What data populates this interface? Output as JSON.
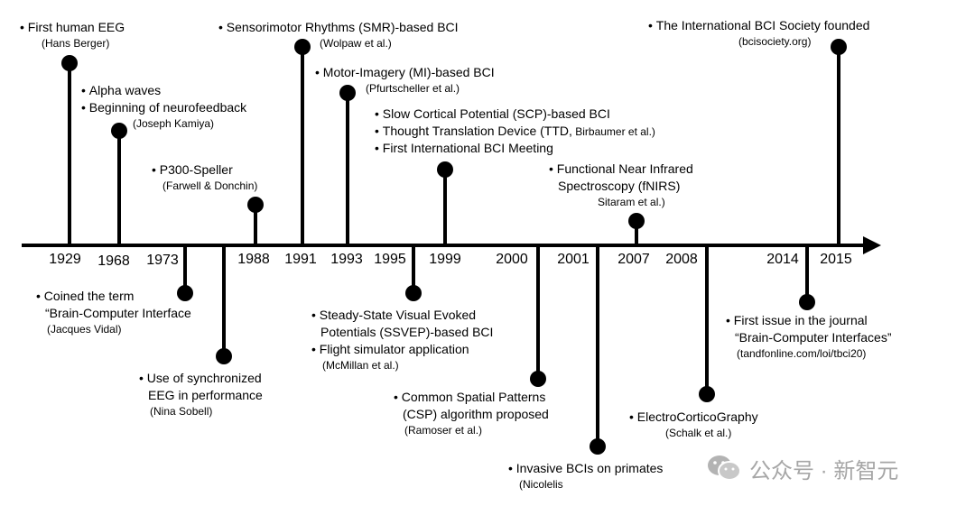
{
  "years": [
    "1929",
    "1968",
    "1973",
    "1988",
    "1991",
    "1993",
    "1995",
    "1999",
    "2000",
    "2001",
    "2007",
    "2008",
    "2014",
    "2015"
  ],
  "events": {
    "eeg": {
      "lines": [
        "First human  EEG"
      ],
      "cite": "(Hans Berger)"
    },
    "alpha": {
      "lines": [
        "Alpha  waves",
        "Beginning of neurofeedback"
      ],
      "cite": "(Joseph Kamiya)"
    },
    "p300": {
      "lines": [
        "P300-Speller"
      ],
      "cite": "(Farwell & Donchin)"
    },
    "smr": {
      "lines": [
        "Sensorimotor Rhythms  (SMR)-based BCI"
      ],
      "cite": "(Wolpaw et al.)"
    },
    "mi": {
      "lines": [
        "Motor-Imagery  (MI)-based BCI"
      ],
      "cite": "(Pfurtscheller et al.)"
    },
    "scp": {
      "line1": "Slow Cortical Potential  (SCP)-based BCI",
      "line2_main": "Thought  Translation  Device  (TTD,",
      "line2_cite": " Birbaumer et al.)",
      "line3": "First International BCI Meeting"
    },
    "fnirs": {
      "lines": [
        "Functional Near Infrared",
        "Spectroscopy (fNIRS)"
      ],
      "cite": "Sitaram et al.)"
    },
    "society": {
      "lines": [
        "The International  BCI Society founded"
      ],
      "cite": "(bcisociety.org)"
    },
    "vidal": {
      "lines": [
        "Coined the term",
        "“Brain-Computer  Interface"
      ],
      "cite": "(Jacques Vidal)"
    },
    "sobell": {
      "lines": [
        "Use of synchronized",
        "EEG in performance"
      ],
      "cite": "(Nina Sobell)"
    },
    "ssvep": {
      "lines": [
        "Steady-State  Visual  Evoked",
        "Potentials  (SSVEP)-based  BCI",
        "Flight simulator application"
      ],
      "cite": "(McMillan et al.)"
    },
    "csp": {
      "lines": [
        "Common  Spatial Patterns",
        "(CSP)  algorithm  proposed"
      ],
      "cite": "(Ramoser et al.)"
    },
    "invasive": {
      "lines": [
        "Invasive BCIs on primates"
      ],
      "cite": "(Nicolelis"
    },
    "ecog": {
      "lines": [
        "ElectroCorticoGraphy"
      ],
      "cite": "(Schalk et al.)"
    },
    "journal": {
      "lines": [
        "First issue in the journal",
        "“Brain-Computer  Interfaces”"
      ],
      "cite": "(tandfonline.com/loi/tbci20)"
    }
  },
  "watermark": "公众号 · 新智元"
}
